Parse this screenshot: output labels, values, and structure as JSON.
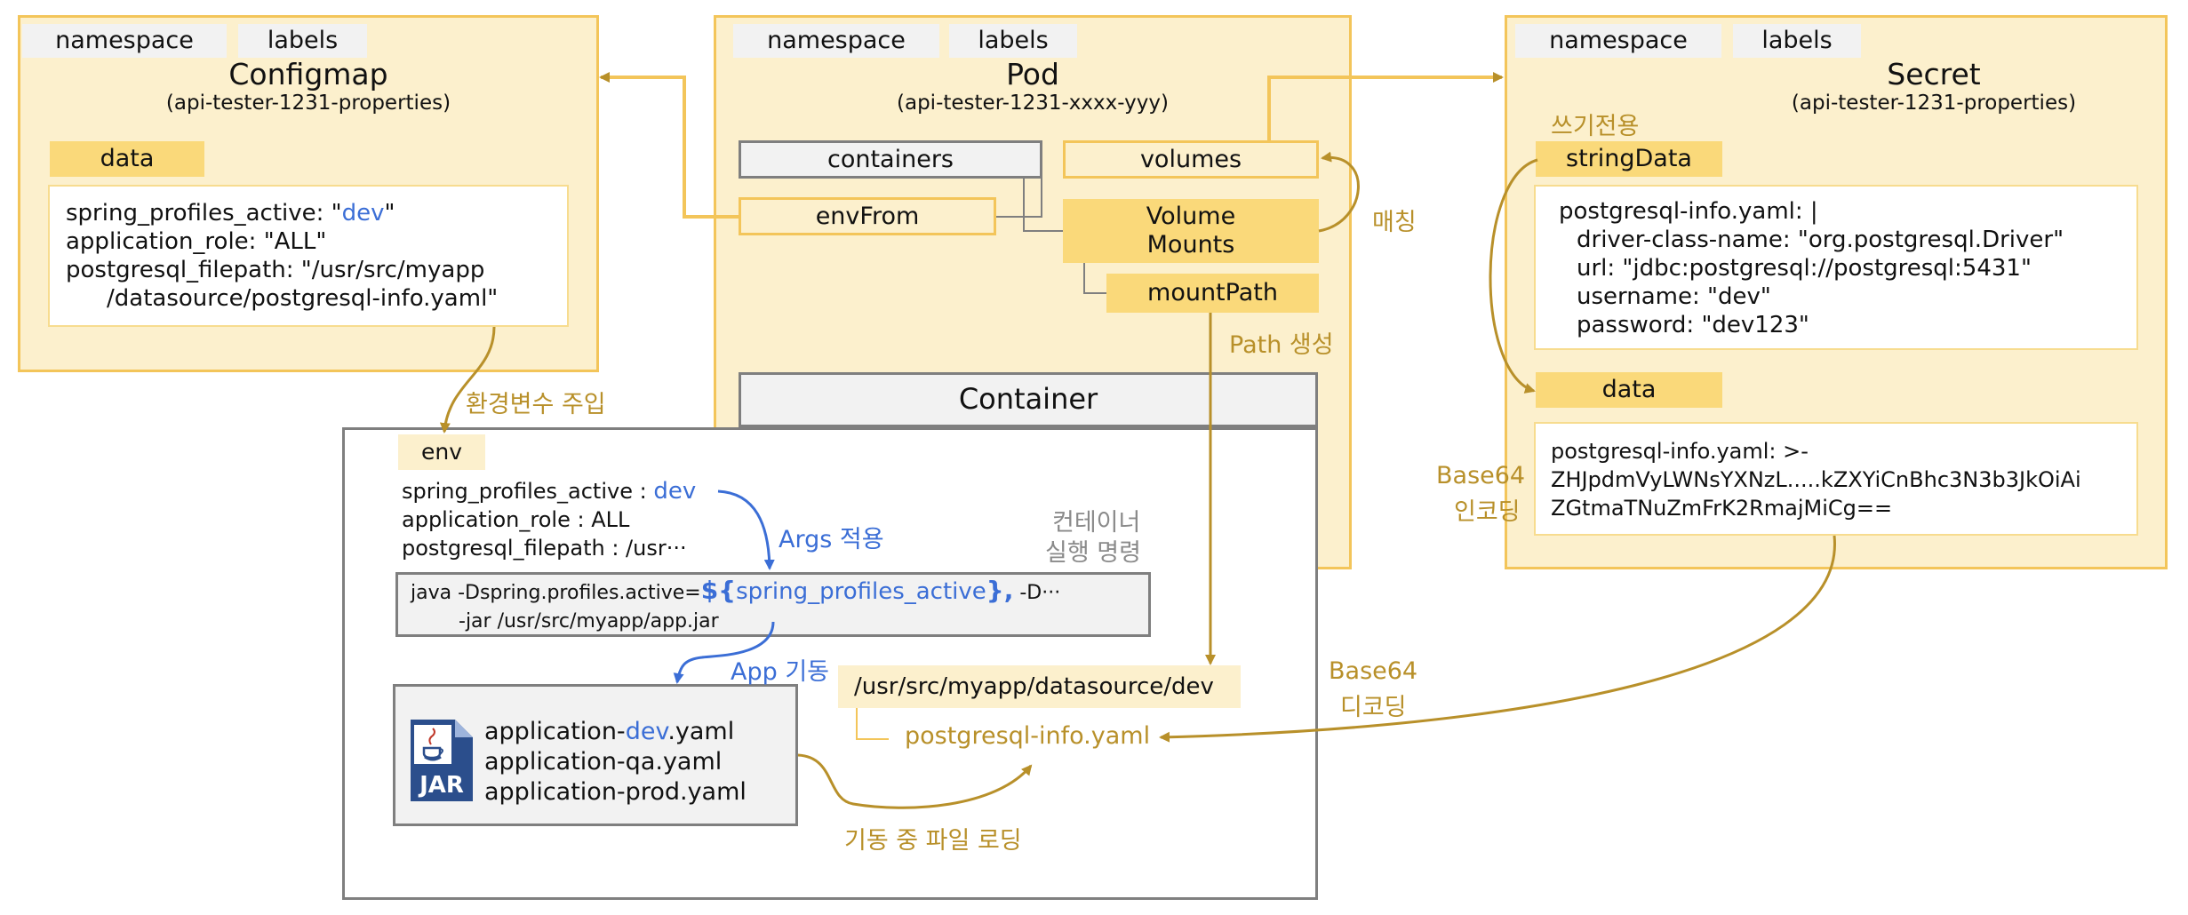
{
  "common": {
    "namespace": "namespace",
    "labels": "labels"
  },
  "configmap": {
    "title": "Configmap",
    "subtitle": "(api-tester-1231-properties)",
    "data_label": "data",
    "line1_key": "spring_profiles_active: \"",
    "line1_val": "dev",
    "line1_end": "\"",
    "line2": "application_role: \"ALL\"",
    "line3": "postgresql_filepath: \"/usr/src/myapp",
    "line4": "/datasource/postgresql-info.yaml\""
  },
  "pod": {
    "title": "Pod",
    "subtitle": "(api-tester-1231-xxxx-yyy)",
    "containers": "containers",
    "volumes": "volumes",
    "envFrom": "envFrom",
    "volume_mounts_1": "Volume",
    "volume_mounts_2": "Mounts",
    "mount_path": "mountPath"
  },
  "secret": {
    "title": "Secret",
    "subtitle": "(api-tester-1231-properties)",
    "write_only": "쓰기전용",
    "string_data_label": "stringData",
    "sd_line1": "postgresql-info.yaml: |",
    "sd_line2": "driver-class-name: \"org.postgresql.Driver\"",
    "sd_line3": "url: \"jdbc:postgresql://postgresql:5431\"",
    "sd_line4": "username: \"dev\"",
    "sd_line5": "password: \"dev123\"",
    "data_label": "data",
    "d_line1": "postgresql-info.yaml: >-",
    "d_line2": "ZHJpdmVyLWNsYXNzL.....kZXYiCnBhc3N3b3JkOiAi",
    "d_line3": "ZGtmaTNuZmFrK2RmajMiCg=="
  },
  "container": {
    "title": "Container",
    "env_label": "env",
    "env1_key": "spring_profiles_active : ",
    "env1_val": "dev",
    "env2": "application_role : ALL",
    "env3": "postgresql_filepath : /usr···",
    "cmd_part1": "java -Dspring.profiles.active=",
    "cmd_var_open": "${",
    "cmd_var": "spring_profiles_active",
    "cmd_var_close": "},",
    "cmd_part2": " -D···",
    "cmd_line2": "-jar /usr/src/myapp/app.jar",
    "jar_label": "JAR",
    "app1_pre": "application-",
    "app1_dev": "dev",
    "app1_post": ".yaml",
    "app2": "application-qa.yaml",
    "app3": "application-prod.yaml",
    "path": "/usr/src/myapp/datasource/dev",
    "file": "postgresql-info.yaml"
  },
  "labels": {
    "env_inject": "환경변수 주입",
    "args_apply": "Args 적용",
    "container_cmd_1": "컨테이너",
    "container_cmd_2": "실행 명령",
    "app_start": "App 기동",
    "file_loading": "기동 중 파일 로딩",
    "matching": "매칭",
    "path_create": "Path 생성",
    "b64_enc_1": "Base64",
    "b64_enc_2": "인코딩",
    "b64_dec_1": "Base64",
    "b64_dec_2": "디코딩"
  },
  "colors": {
    "gold": "#b8902a",
    "blue": "#3b6ed6",
    "panel": "#fcf0cd",
    "border": "#f3c55a",
    "label_fill": "#fad97a"
  }
}
